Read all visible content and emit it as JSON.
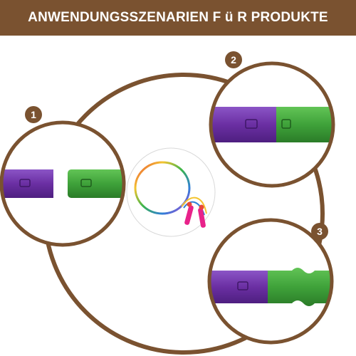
{
  "banner": {
    "title": "ANWENDUNGSSZENARIEN F ü R PRODUKTE"
  },
  "steps": [
    {
      "number": "1"
    },
    {
      "number": "2"
    },
    {
      "number": "3"
    }
  ],
  "colors": {
    "accent_brown": "#7a5230",
    "tube_purple": "#6b2fa3",
    "tube_green": "#3fa23a",
    "rope_handle_pink": "#e8228a"
  }
}
